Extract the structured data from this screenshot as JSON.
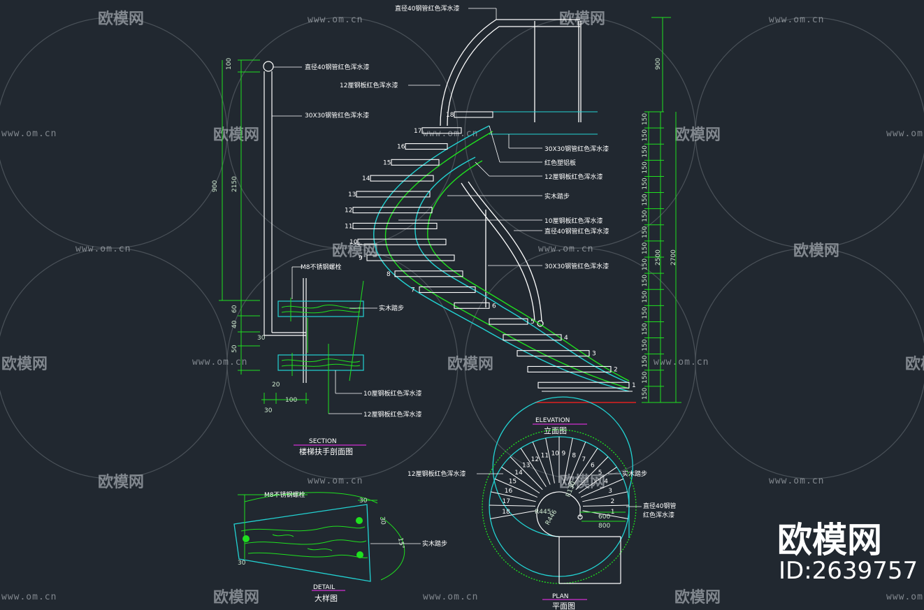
{
  "watermark": {
    "url": "www.om.cn",
    "brand": "欧模网"
  },
  "badge": {
    "brand": "欧模网",
    "id": "ID:2639757"
  },
  "section_view": {
    "title_en": "SECTION",
    "title_cn": "楼梯扶手剖面图",
    "labels": {
      "pipe40": "直径40钢管红色浑水漆",
      "plate12": "12厘钢板红色浑水漆",
      "tube30": "30X30钢管红色浑水漆",
      "bolt": "M8不锈钢螺栓",
      "wood_step": "实木踏步",
      "plate10": "10厘钢板红色浑水漆",
      "plate12b": "12厘钢板红色浑水漆"
    },
    "dims": [
      "100",
      "900",
      "2150",
      "60",
      "40",
      "20",
      "50",
      "30",
      "20",
      "100",
      "30"
    ]
  },
  "elevation_view": {
    "title_en": "ELEVATION",
    "title_cn": "立面图",
    "labels": {
      "pipe40_top": "直径40钢管红色浑水漆",
      "tube30_a": "30X30钢管红色浑水漆",
      "alu_plate": "红色塑铝板",
      "plate12": "12厘钢板红色浑水漆",
      "wood_step": "实木踏步",
      "plate10": "10厘钢板红色浑水漆",
      "pipe40": "直径40钢管红色浑水漆",
      "tube30_b": "30X30钢管红色浑水漆"
    },
    "step_numbers": [
      "18",
      "17",
      "16",
      "15",
      "14",
      "13",
      "12",
      "11",
      "10",
      "9",
      "8",
      "7",
      "6",
      "5",
      "4",
      "3",
      "2",
      "1"
    ],
    "dims": {
      "rail_height": "900",
      "rise": "150",
      "total_a": "2500",
      "total_b": "2700"
    }
  },
  "plan_view": {
    "title_en": "PLAN",
    "title_cn": "平面图",
    "labels": {
      "plate12": "12厘钢板红色浑水漆",
      "wood_step": "实木踏步",
      "pipe40_1": "直径40钢管",
      "pipe40_2": "红色浑水漆"
    },
    "radii": [
      "R445",
      "R446",
      "R130"
    ],
    "dims": [
      "600",
      "800"
    ],
    "step_numbers": [
      "1",
      "2",
      "3",
      "4",
      "5",
      "6",
      "7",
      "8",
      "9",
      "10",
      "11",
      "12",
      "13",
      "14",
      "15",
      "16",
      "17",
      "18"
    ]
  },
  "detail_view": {
    "title_en": "DETAIL",
    "title_cn": "大样图",
    "labels": {
      "bolt": "M8不锈钢螺栓",
      "wood_step": "实木踏步"
    },
    "dims": [
      "30",
      "30",
      "15°",
      "30"
    ]
  },
  "colors": {
    "background": "#212830",
    "green": "#1fe01f",
    "cyan": "#22d3d3",
    "white": "#ffffff",
    "magenta": "#d12fd1",
    "red": "#e02020"
  }
}
